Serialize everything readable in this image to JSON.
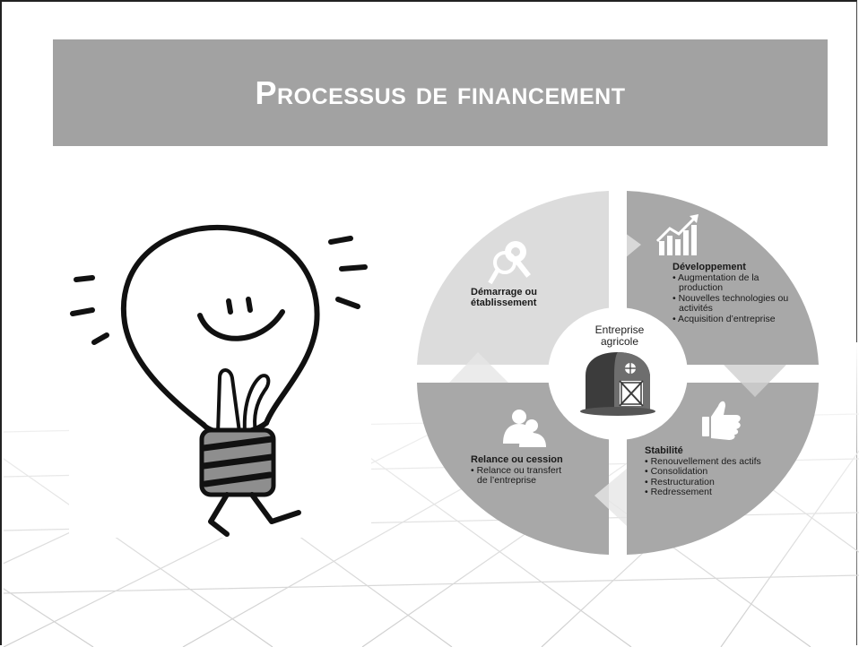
{
  "slide": {
    "title": "Processus de financement"
  },
  "illustration": {
    "name": "smiling-lightbulb"
  },
  "cycle": {
    "center": {
      "label_line1": "Entreprise",
      "label_line2": "agricole",
      "icon": "barn-icon"
    },
    "quadrants": [
      {
        "id": "startup",
        "title_line1": "Démarrage ou",
        "title_line2": "établissement",
        "items": [],
        "icon": "key-icon"
      },
      {
        "id": "development",
        "title_line1": "Développement",
        "items": [
          "Augmentation de la production",
          "Nouvelles technologies ou activités",
          "Acquisition d’entreprise"
        ],
        "icon": "growth-chart-icon"
      },
      {
        "id": "stability",
        "title_line1": "Stabilité",
        "items": [
          "Renouvellement des actifs",
          "Consolidation",
          "Restructuration",
          "Redressement"
        ],
        "icon": "thumbs-up-icon"
      },
      {
        "id": "relaunch",
        "title_line1": "Relance ou cession",
        "items": [
          "Relance ou transfert de l’entreprise"
        ],
        "icon": "people-icon"
      }
    ],
    "colors": {
      "light_quadrant": "#dcdcdc",
      "dark_quadrant": "#a8a8a8",
      "hub": "#ffffff",
      "icon": "#ffffff",
      "barn": "#3c3c3c"
    }
  }
}
